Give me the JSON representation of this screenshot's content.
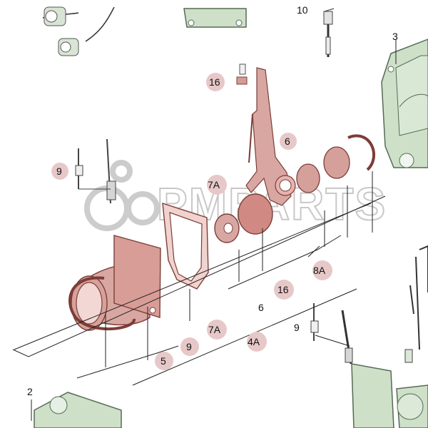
{
  "diagram": {
    "callouts": [
      {
        "id": "c16-top",
        "label": "16",
        "highlighted": true
      },
      {
        "id": "c6-top",
        "label": "6",
        "highlighted": true
      },
      {
        "id": "c7a-top",
        "label": "7A",
        "highlighted": true
      },
      {
        "id": "c9-left",
        "label": "9",
        "highlighted": true
      },
      {
        "id": "c8a",
        "label": "8A",
        "highlighted": true
      },
      {
        "id": "c16-mid",
        "label": "16",
        "highlighted": true
      },
      {
        "id": "c6-mid",
        "label": "6",
        "highlighted": false
      },
      {
        "id": "c7a-mid",
        "label": "7A",
        "highlighted": true
      },
      {
        "id": "c9-mid",
        "label": "9",
        "highlighted": true
      },
      {
        "id": "c4a",
        "label": "4A",
        "highlighted": true
      },
      {
        "id": "c9-right",
        "label": "9",
        "highlighted": false
      },
      {
        "id": "c5",
        "label": "5",
        "highlighted": true
      },
      {
        "id": "c10",
        "label": "10",
        "highlighted": false
      },
      {
        "id": "c3",
        "label": "3",
        "highlighted": false
      },
      {
        "id": "c2",
        "label": "2",
        "highlighted": false
      }
    ],
    "watermark": {
      "text": "PMPARTS"
    },
    "colors": {
      "part_red": "#d9a7a2",
      "part_red_dark": "#b8736c",
      "part_green": "#cfe0c9",
      "part_green_dark": "#7f9d78",
      "callout_bg": "#e7c8c8",
      "line": "#222222"
    }
  }
}
